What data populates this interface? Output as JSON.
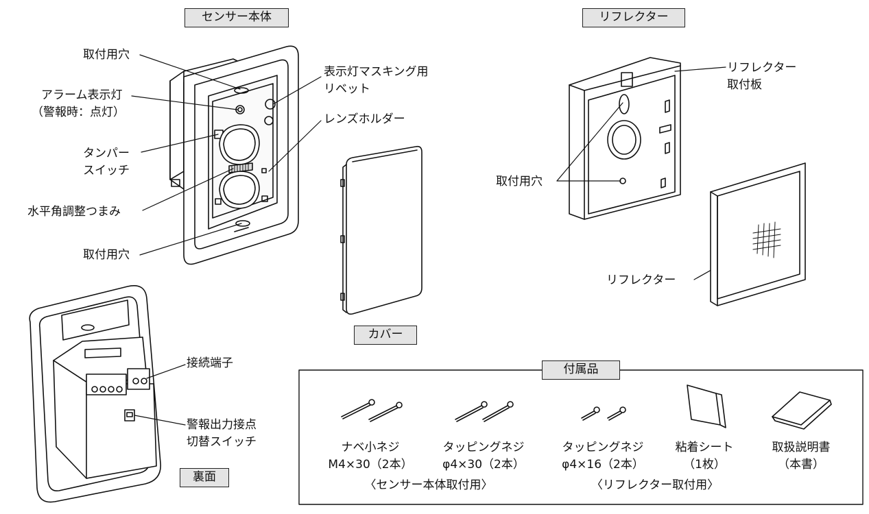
{
  "titles": {
    "sensor_body": "センサー本体",
    "reflector": "リフレクター",
    "cover": "カバー",
    "back": "裏面",
    "accessories": "付属品"
  },
  "sensor_labels": {
    "mount_hole_top": "取付用穴",
    "alarm_lamp": "アラーム表示灯",
    "alarm_lamp_note": "（警報時：点灯）",
    "tamper_1": "タンパー",
    "tamper_2": "スイッチ",
    "angle_knob": "水平角調整つまみ",
    "mount_hole_bottom": "取付用穴",
    "rivet_1": "表示灯マスキング用",
    "rivet_2": "リベット",
    "lens_holder": "レンズホルダー"
  },
  "reflector_labels": {
    "plate_1": "リフレクター",
    "plate_2": "取付板",
    "mount_hole": "取付用穴",
    "reflector": "リフレクター"
  },
  "back_labels": {
    "terminal": "接続端子",
    "switch_1": "警報出力接点",
    "switch_2": "切替スイッチ"
  },
  "accessories": {
    "items": [
      {
        "name": "ナベ小ネジ",
        "spec": "M4×30（2本）"
      },
      {
        "name": "タッピングネジ",
        "spec": "φ4×30（2本）"
      },
      {
        "name": "タッピングネジ",
        "spec": "φ4×16（2本）"
      },
      {
        "name": "粘着シート",
        "spec": "（1枚）"
      },
      {
        "name": "取扱説明書",
        "spec": "（本書）"
      }
    ],
    "group_sensor": "〈センサー本体取付用〉",
    "group_reflector": "〈リフレクター取付用〉"
  }
}
